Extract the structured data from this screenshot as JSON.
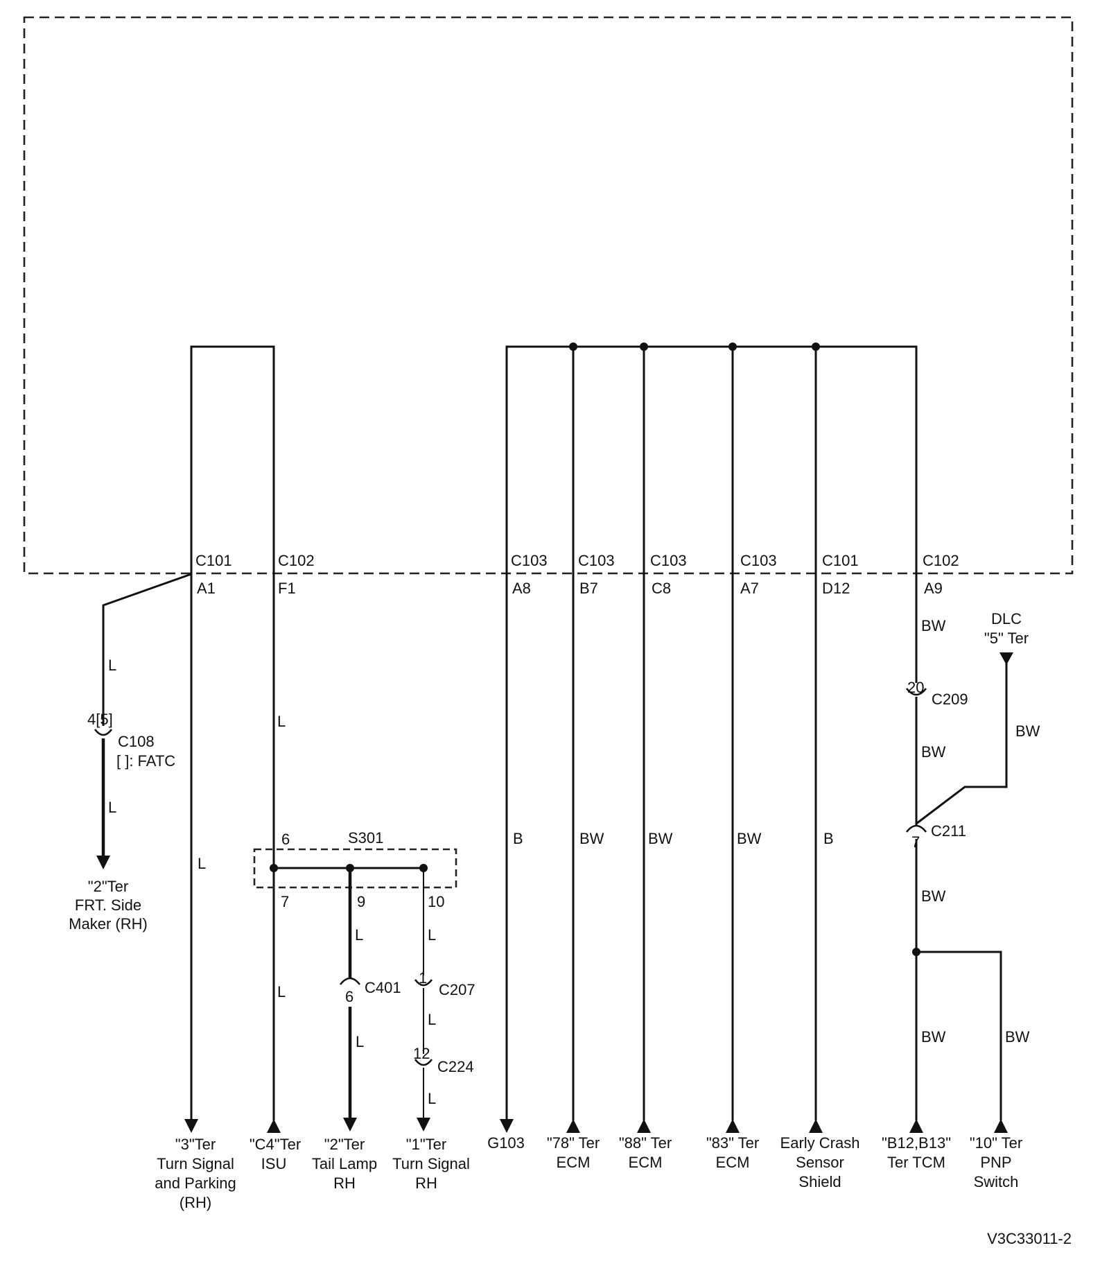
{
  "module_connectors": {
    "c1": {
      "name": "C101",
      "pin": "A1"
    },
    "c2": {
      "name": "C102",
      "pin": "F1"
    },
    "c3": {
      "name": "C103",
      "pin": "A8"
    },
    "c4": {
      "name": "C103",
      "pin": "B7"
    },
    "c5": {
      "name": "C103",
      "pin": "C8"
    },
    "c6": {
      "name": "C103",
      "pin": "A7"
    },
    "c7": {
      "name": "C101",
      "pin": "D12"
    },
    "c8": {
      "name": "C102",
      "pin": "A9"
    }
  },
  "wire_colors": {
    "a1_branch_upper": "L",
    "a1_branch_lower": "L",
    "a1_main": "L",
    "f1_upper": "L",
    "f1_lower": "L",
    "s301_tail_upper": "L",
    "s301_tail_lower": "L",
    "s301_turn_upper": "L",
    "s301_turn_mid": "L",
    "s301_turn_lower": "L",
    "a8": "B",
    "b7": "BW",
    "c8": "BW",
    "a7": "BW",
    "d12": "B",
    "a9_1": "BW",
    "a9_2": "BW",
    "a9_3": "BW",
    "a9_4": "BW",
    "dlc": "BW",
    "pnp": "BW"
  },
  "inline_connectors": {
    "c108": {
      "pin": "4[5]",
      "name": "C108",
      "note": "[ ]: FATC"
    },
    "c401": {
      "pin": "6",
      "name": "C401"
    },
    "c207": {
      "pin": "1",
      "name": "C207"
    },
    "c224": {
      "pin": "12",
      "name": "C224"
    },
    "c209": {
      "pin": "20",
      "name": "C209"
    },
    "c211": {
      "pin": "7",
      "name": "C211"
    }
  },
  "splice": {
    "name": "S301",
    "pin_in": "6",
    "pin_a": "7",
    "pin_b": "9",
    "pin_c": "10"
  },
  "dlc": {
    "line1": "DLC",
    "line2": "\"5\" Ter"
  },
  "destinations": {
    "side_marker": [
      "\"2\"Ter",
      "FRT. Side",
      "Maker (RH)"
    ],
    "turn_signal_parking": [
      "\"3\"Ter",
      "Turn Signal",
      "and Parking",
      "(RH)"
    ],
    "isu": [
      "\"C4\"Ter",
      "ISU"
    ],
    "tail_lamp": [
      "\"2\"Ter",
      "Tail Lamp",
      "RH"
    ],
    "turn_signal": [
      "\"1\"Ter",
      "Turn Signal",
      "RH"
    ],
    "ground": [
      "G103"
    ],
    "ecm78": [
      "\"78\" Ter",
      "ECM"
    ],
    "ecm88": [
      "\"88\" Ter",
      "ECM"
    ],
    "ecm83": [
      "\"83\" Ter",
      "ECM"
    ],
    "crash_sensor": [
      "Early Crash",
      "Sensor",
      "Shield"
    ],
    "tcm": [
      "\"B12,B13\"",
      "Ter TCM"
    ],
    "pnp": [
      "\"10\" Ter",
      "PNP",
      "Switch"
    ]
  },
  "figure_id": "V3C33011-2"
}
